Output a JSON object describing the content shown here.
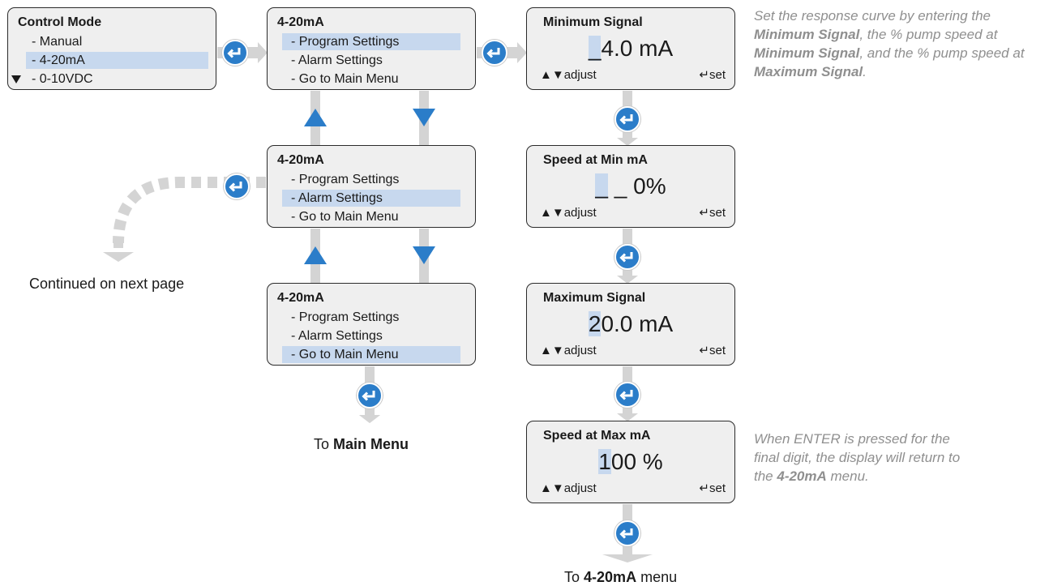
{
  "control_mode": {
    "title": "Control Mode",
    "items": [
      "- Manual",
      "- 4-20mA",
      "- 0-10VDC"
    ]
  },
  "menus": [
    {
      "title": "4-20mA",
      "items": [
        "- Program Settings",
        "- Alarm Settings",
        "- Go to Main Menu"
      ]
    },
    {
      "title": "4-20mA",
      "items": [
        "- Program Settings",
        "- Alarm Settings",
        "- Go to Main Menu"
      ]
    },
    {
      "title": "4-20mA",
      "items": [
        "- Program Settings",
        "- Alarm Settings",
        "- Go to Main Menu"
      ]
    }
  ],
  "settings": [
    {
      "title": "Minimum Signal",
      "cursor": "_",
      "value": "4.0 mA"
    },
    {
      "title": "Speed at Min mA",
      "cursor": "_",
      "value": " _ 0%"
    },
    {
      "title": "Maximum Signal",
      "cursor": "2",
      "value": "0.0 mA"
    },
    {
      "title": "Speed at Max mA",
      "cursor": "1",
      "value": "00 %"
    }
  ],
  "controls": {
    "adjust": "▲▼adjust",
    "set": "↵set"
  },
  "labels": {
    "continued": "Continued on next page",
    "to": "To",
    "main_menu": "Main Menu",
    "menu_name": "4-20mA",
    "menu_word": "menu"
  },
  "notes": {
    "top": {
      "p1": "Set the response curve by entering the ",
      "b1": "Minimum Signal",
      "p2": ", the % pump speed at ",
      "b2": "Minimum Signal",
      "p3": ", and the % pump speed at ",
      "b3": "Maximum Signal",
      "p4": "."
    },
    "bottom": {
      "p1": "When ENTER is pressed for the final digit, the display will return to the ",
      "b1": "4-20mA",
      "p2": " menu."
    }
  },
  "colors": {
    "accent": "#2b7dc9",
    "highlight": "#c7d8ee",
    "connector": "#d4d4d4",
    "note": "#8f8f8f"
  }
}
